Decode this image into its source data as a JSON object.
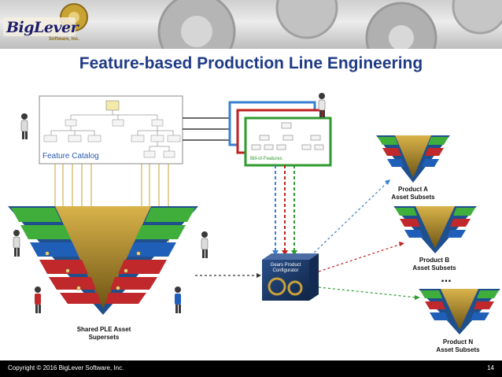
{
  "header": {
    "logo_main": "BigLever",
    "logo_sub": "Software, Inc."
  },
  "slide": {
    "title": "Feature-based Production Line Engineering",
    "page_number": "14",
    "copyright": "Copyright © 2016 BigLever Software, Inc."
  },
  "feature_catalog": {
    "label": "Feature Catalog"
  },
  "bill_of_features": {
    "label": "Bill-of-Features"
  },
  "configurator": {
    "label_line1": "Gears Product",
    "label_line2": "Configurator"
  },
  "supersets": {
    "label_line1": "Shared PLE Asset",
    "label_line2": "Supersets"
  },
  "products": [
    {
      "line1": "Product A",
      "line2": "Asset Subsets"
    },
    {
      "line1": "Product B",
      "line2": "Asset Subsets"
    },
    {
      "line1": "Product N",
      "line2": "Asset Subsets"
    }
  ],
  "ellipsis": "...",
  "colors": {
    "title": "#1f3b87",
    "green_band": "#3fae3a",
    "blue_band": "#1f5fb8",
    "red_band": "#c0282b",
    "gold_funnel": "#b8922a"
  }
}
